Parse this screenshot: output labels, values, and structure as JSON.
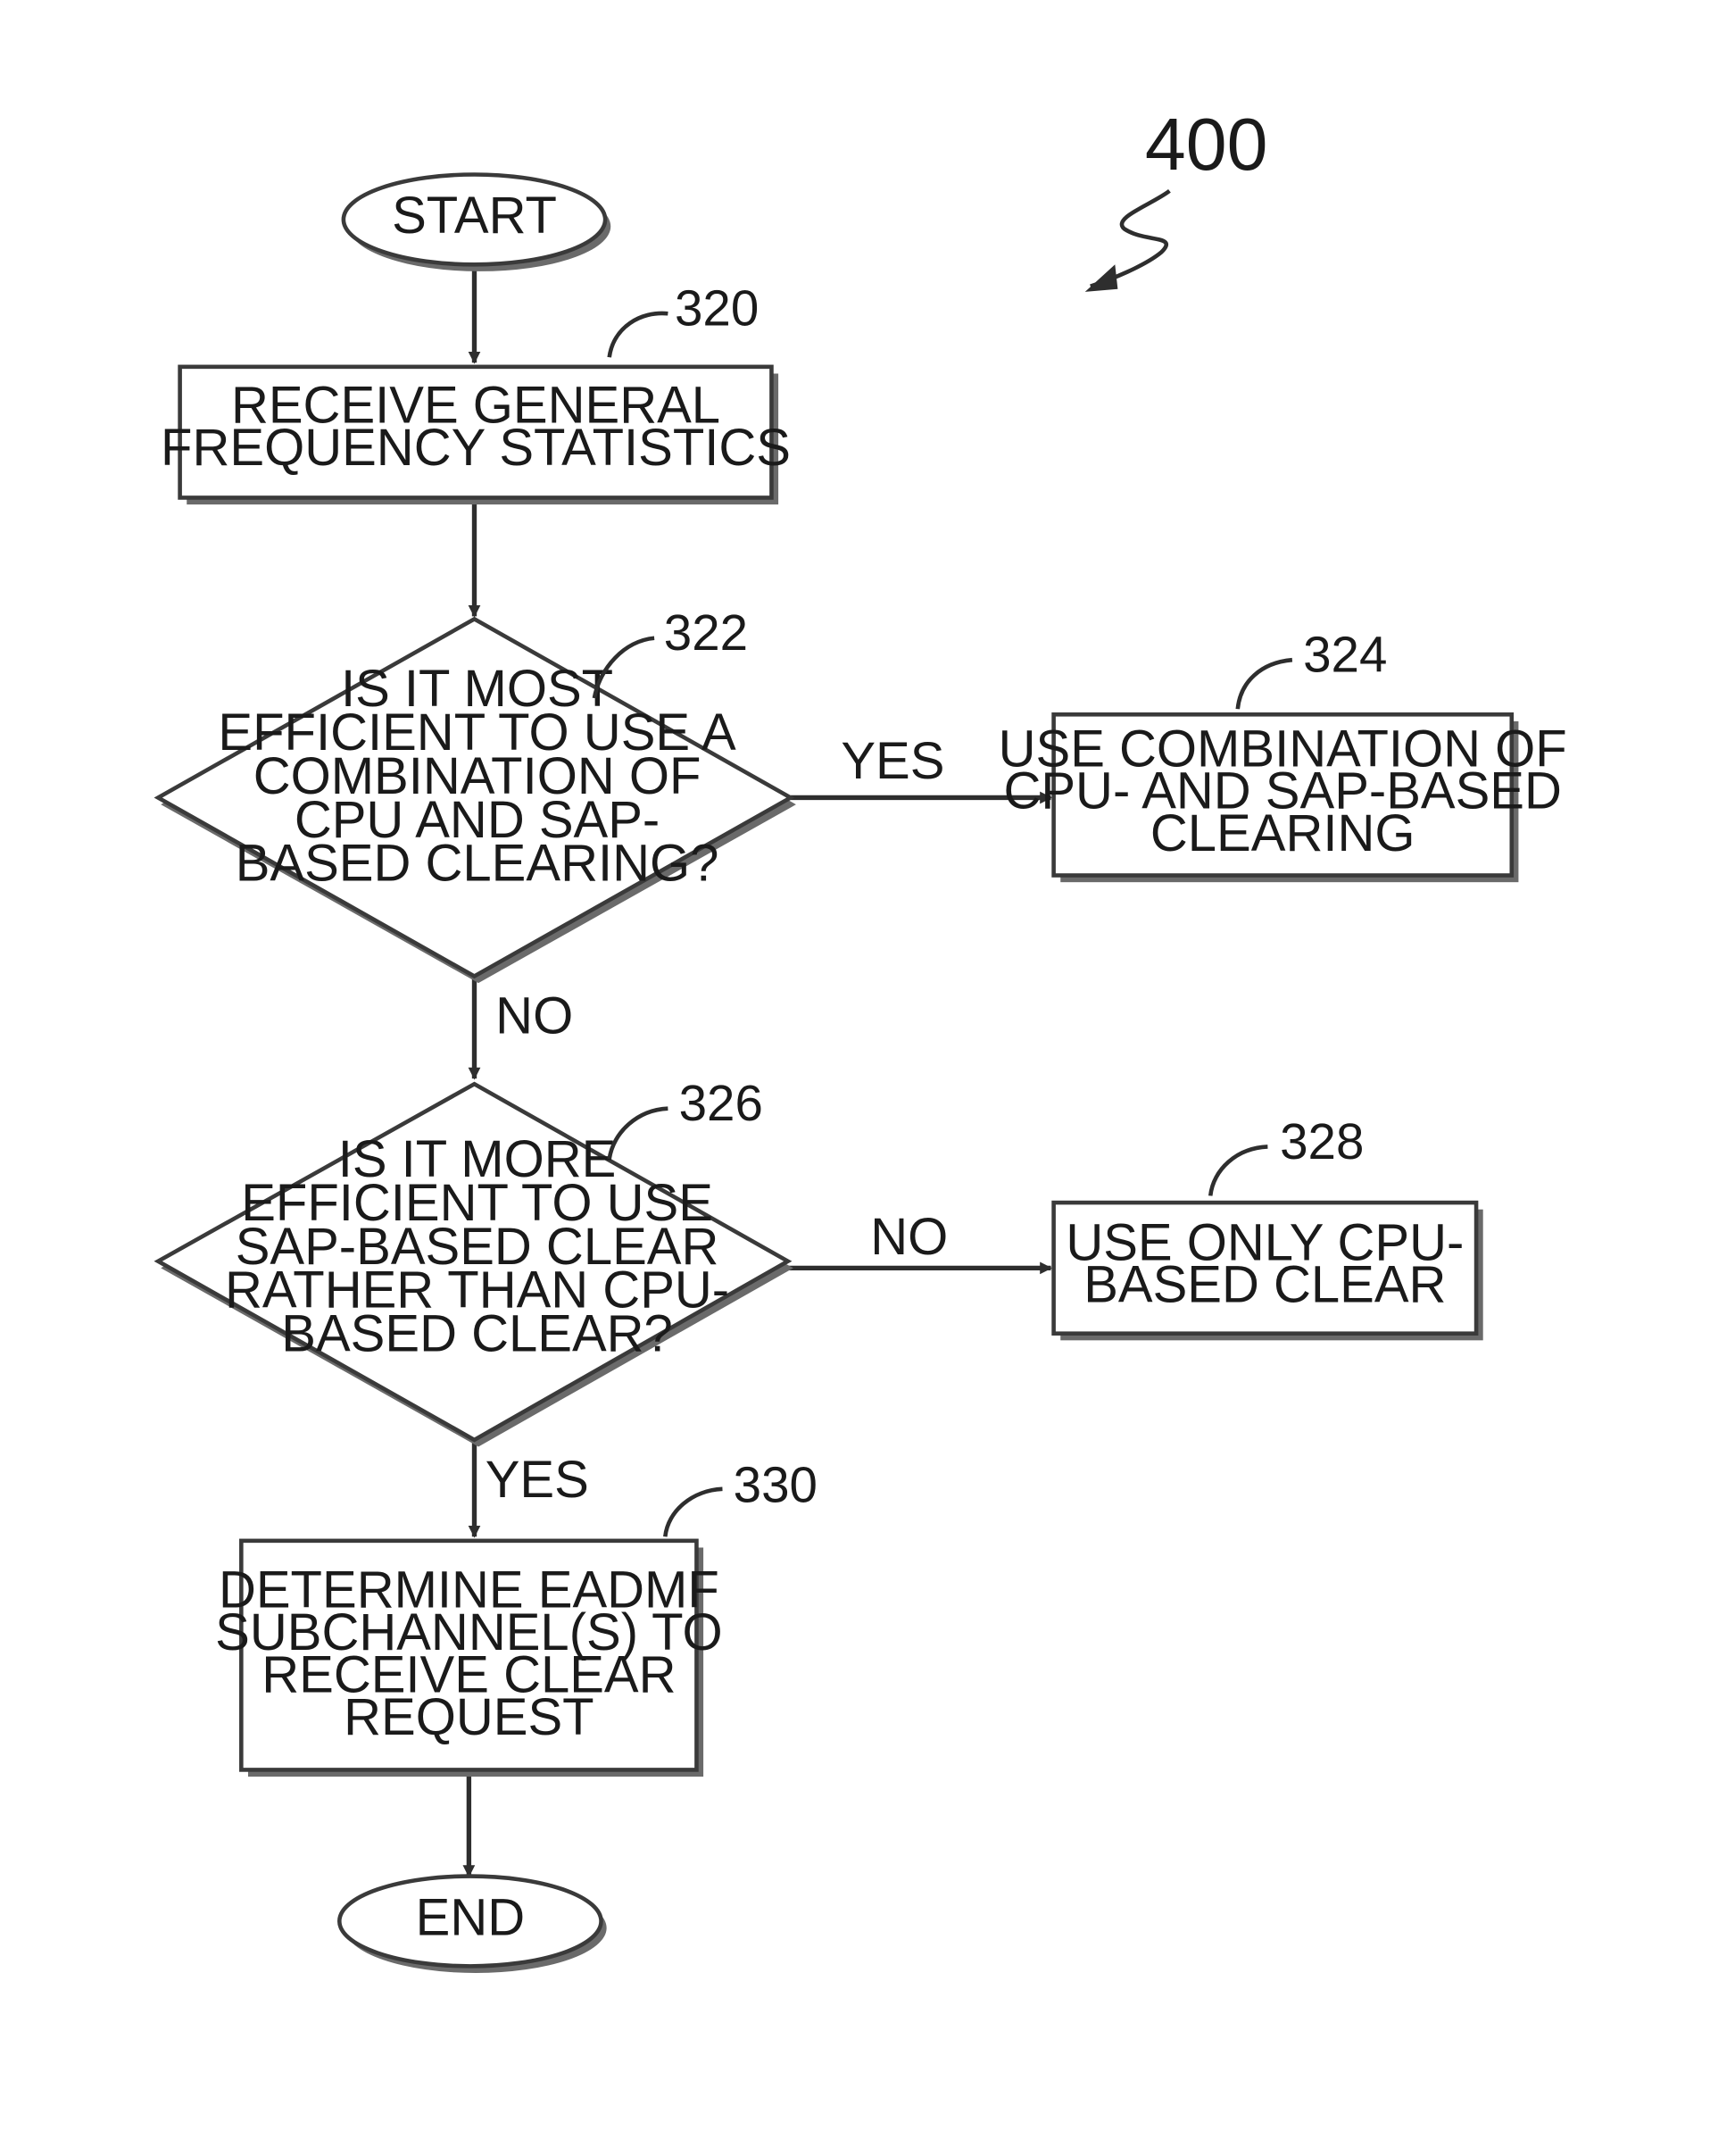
{
  "figure": {
    "number": "400"
  },
  "nodes": {
    "start": {
      "label": "START"
    },
    "receive_stats": {
      "ref": "320",
      "lines": [
        "RECEIVE GENERAL",
        "FREQUENCY STATISTICS"
      ]
    },
    "decision_combination": {
      "ref": "322",
      "lines": [
        "IS IT MOST",
        "EFFICIENT TO USE A",
        "COMBINATION OF",
        "CPU AND SAP-",
        "BASED CLEARING?"
      ]
    },
    "use_combination": {
      "ref": "324",
      "lines": [
        "USE COMBINATION OF",
        "CPU- AND SAP-BASED",
        "CLEARING"
      ]
    },
    "decision_sap": {
      "ref": "326",
      "lines": [
        "IS IT MORE",
        "EFFICIENT TO USE",
        "SAP-BASED CLEAR",
        "RATHER THAN CPU-",
        "BASED CLEAR?"
      ]
    },
    "use_cpu_only": {
      "ref": "328",
      "lines": [
        "USE ONLY CPU-",
        "BASED CLEAR"
      ]
    },
    "determine_subchannels": {
      "ref": "330",
      "lines": [
        "DETERMINE EADMF",
        "SUBCHANNEL(S) TO",
        "RECEIVE CLEAR",
        "REQUEST"
      ]
    },
    "end": {
      "label": "END"
    }
  },
  "edges": {
    "combination_yes": "YES",
    "combination_no": "NO",
    "sap_no": "NO",
    "sap_yes": "YES"
  }
}
